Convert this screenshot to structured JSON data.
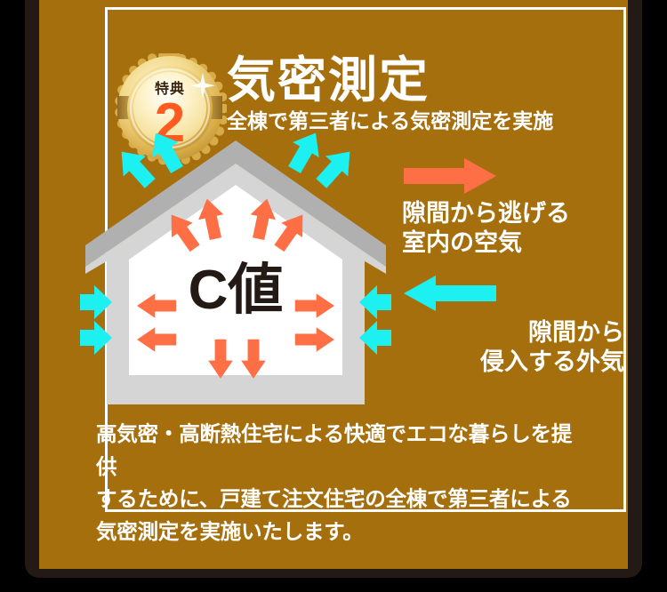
{
  "theme": {
    "outer_background": "#000000",
    "plate_color": "#231a16",
    "card_color": "#a66f0d",
    "frame_color": "#ffffff",
    "text_color": "#ffffff",
    "accent_orange": "#ff6f45",
    "accent_cyan": "#1cf0f0",
    "house_wall": "#d5d5d5",
    "house_roof_shadow": "#b0b0b0",
    "house_interior": "#ffffff",
    "cvalue_color": "#231a16",
    "medal_number_color": "#ff5a1f",
    "medal_label_color": "#3b2512"
  },
  "badge": {
    "label": "特典",
    "number": "2",
    "icon": "gold-medal-icon"
  },
  "header": {
    "title": "気密測定",
    "subtitle": "全棟で第三者による気密測定を実施"
  },
  "illustration": {
    "name": "house-airtightness-diagram",
    "center_label": "C値",
    "outward_arrows": {
      "icon": "arrow-outward-icon",
      "color": "#ff6f45",
      "count": 10,
      "meaning": "隙間から逃げる室内の空気"
    },
    "inward_arrows": {
      "icon": "arrow-inward-icon",
      "color": "#1cf0f0",
      "count": 8,
      "meaning": "隙間から侵入する外気"
    }
  },
  "legend": [
    {
      "icon": "arrow-right-icon",
      "color": "#ff6f45",
      "text": "隙間から逃げる\n室内の空気"
    },
    {
      "icon": "arrow-left-icon",
      "color": "#1cf0f0",
      "text": "隙間から\n侵入する外気"
    }
  ],
  "body": {
    "paragraph": "高気密・高断熱住宅による快適でエコな暮らしを提供\nするために、戸建て注文住宅の全棟で第三者による\n気密測定を実施いたします。"
  }
}
